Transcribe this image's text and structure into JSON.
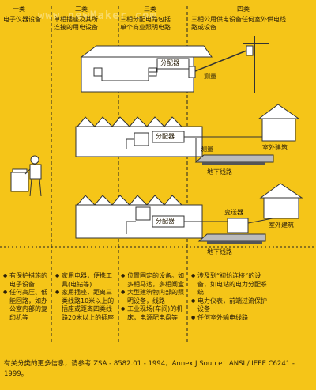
{
  "watermark": "www.newMaker.com",
  "headers": {
    "cat1": "一类",
    "cat1_desc": "电子仪器设备",
    "cat2": "二类",
    "cat2_desc": "单相插座及其所\n连接的用电设备",
    "cat3": "三类",
    "cat3_desc": "三相分配电路包括\n单个商业照明电路",
    "cat4": "四类",
    "cat4_desc": "三相公用供电设备任何室外供电线\n路或设备"
  },
  "labels": {
    "panel1": "分配器",
    "panel2": "分配器",
    "panel3": "分配器",
    "meter1": "测量",
    "meter2": "测量",
    "outdoor1": "室外建筑",
    "outdoor2": "室外建筑",
    "underground1": "地下线路",
    "underground2": "地下线路",
    "transformer": "变送器"
  },
  "bullets": {
    "col1": [
      "有保护措施的电子设备",
      "任何高压、低能回路，如办公室内部的复印机等"
    ],
    "col2": [
      "家用电器，便携工具(电钻等)",
      "家用插座，距离三类线路10米以上的插座或距离四类线路20米以上的插座"
    ],
    "col3": [
      "位置固定的设备。如多相马达，多相闸盒",
      "大型建筑物内部的照明设备，线路",
      "工业现场(车间)的机床，电源配电盘等"
    ],
    "col4": [
      "涉及到“初始连接”的设备，如电站的电力分配系统",
      "电力仪表，前端过流保护设备",
      "任何室外输电线路"
    ]
  },
  "footer": "有关分类的更多信息，请参考 ZSA - 8582.01 - 1994，Annex J Source：ANSI / IEEE C6241 - 1999。",
  "colors": {
    "background": "#f5c518",
    "building": "#ffffff",
    "line": "#333333",
    "divider": "#222222"
  }
}
